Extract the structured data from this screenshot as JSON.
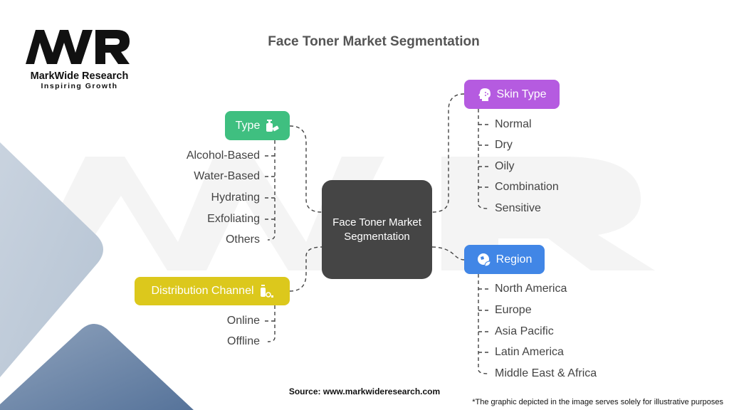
{
  "title": "Face Toner Market Segmentation",
  "logo": {
    "mark": "MWR",
    "brand": "MarkWide Research",
    "tagline": "Inspiring Growth"
  },
  "center": {
    "label": "Face Toner Market Segmentation"
  },
  "branches": {
    "type": {
      "label": "Type",
      "icon": "soap-bottle-icon",
      "color": "#3fbf80",
      "items": [
        "Alcohol-Based",
        "Water-Based",
        "Hydrating",
        "Exfoliating",
        "Others"
      ]
    },
    "distribution": {
      "label": "Distribution Channel",
      "icon": "chemical-o2-icon",
      "color": "#dcc81c",
      "items": [
        "Online",
        "Offline"
      ]
    },
    "skin_type": {
      "label": "Skin Type",
      "icon": "face-icon",
      "color": "#b55be0",
      "items": [
        "Normal",
        "Dry",
        "Oily",
        "Combination",
        "Sensitive"
      ]
    },
    "region": {
      "label": "Region",
      "icon": "globe-leaf-icon",
      "color": "#4186e6",
      "items": [
        "North America",
        "Europe",
        "Asia Pacific",
        "Latin America",
        "Middle East & Africa"
      ]
    }
  },
  "source": "Source: www.markwideresearch.com",
  "footnote": "*The graphic depicted in the image serves solely for illustrative purposes"
}
